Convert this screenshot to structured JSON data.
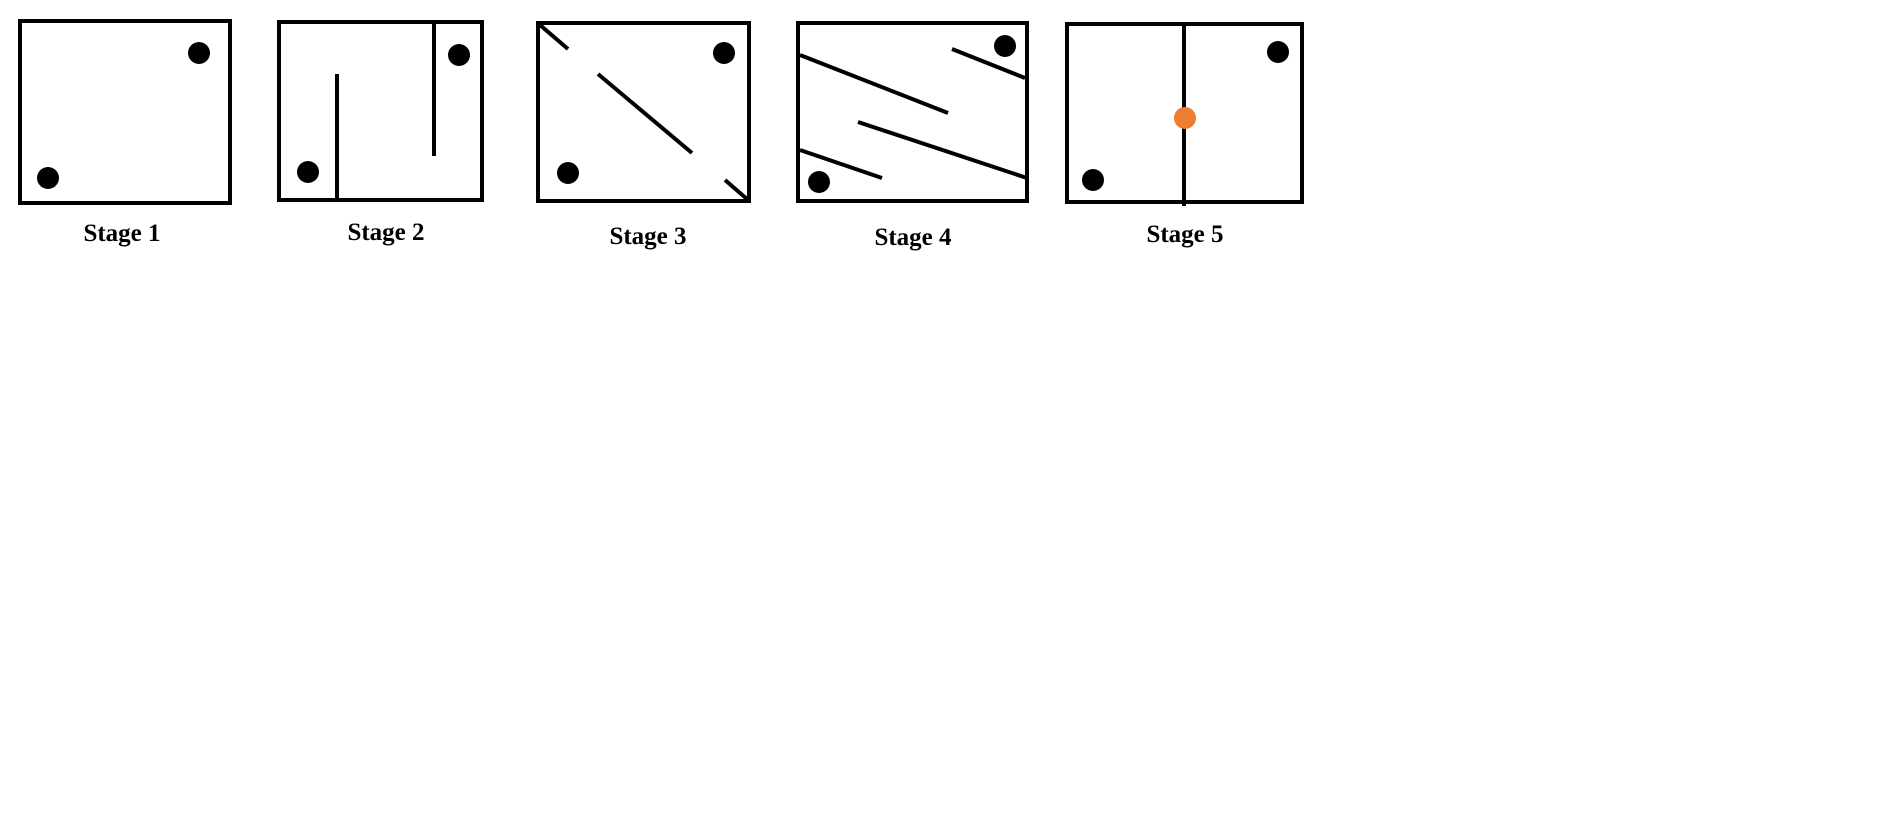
{
  "colors": {
    "background": "#ffffff",
    "stroke": "#000000",
    "dot": "#000000",
    "highlight_dot": "#ed7d31"
  },
  "stages": [
    {
      "label": "Stage 1"
    },
    {
      "label": "Stage 2"
    },
    {
      "label": "Stage 3"
    },
    {
      "label": "Stage 4"
    },
    {
      "label": "Stage 5"
    }
  ]
}
